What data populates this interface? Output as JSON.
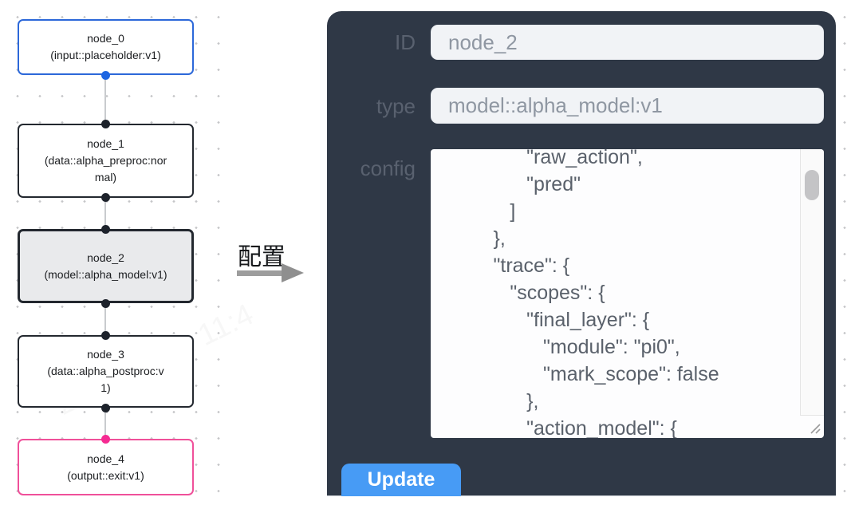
{
  "flowchart": {
    "nodes": [
      {
        "title": "node_0",
        "subtitle": "(input::placeholder:v1)",
        "variant": "input"
      },
      {
        "title": "node_1",
        "subtitle": "(data::alpha_preproc:normal)",
        "variant": "default"
      },
      {
        "title": "node_2",
        "subtitle": "(model::alpha_model:v1)",
        "variant": "selected"
      },
      {
        "title": "node_3",
        "subtitle": "(data::alpha_postproc:v1)",
        "variant": "default"
      },
      {
        "title": "node_4",
        "subtitle": "(output::exit:v1)",
        "variant": "output"
      }
    ],
    "colors": {
      "input_border": "#2c68d9",
      "default_border": "#23282f",
      "output_border": "#f0509a",
      "selected_bg": "#e9eaec",
      "port_dark": "#1d222b",
      "port_blue": "#1e66e2",
      "port_pink": "#f52a92"
    }
  },
  "transition": {
    "label": "配置",
    "arrow_color": "#9d9d9d"
  },
  "panel": {
    "bg_color": "#2f3846",
    "accent_color": "#479bf5",
    "fields": [
      {
        "label": "ID",
        "value": "node_2"
      },
      {
        "label": "type",
        "value": "model::alpha_model:v1"
      }
    ],
    "config_label": "config",
    "config_text": "               \"raw_action\",\n               \"pred\"\n            ]\n         },\n         \"trace\": {\n            \"scopes\": {\n               \"final_layer\": {\n                  \"module\": \"pi0\",\n                  \"mark_scope\": false\n               },\n               \"action_model\": {",
    "update_label": "Update"
  },
  "watermark": {
    "text": "2025/04/11 11:4"
  }
}
